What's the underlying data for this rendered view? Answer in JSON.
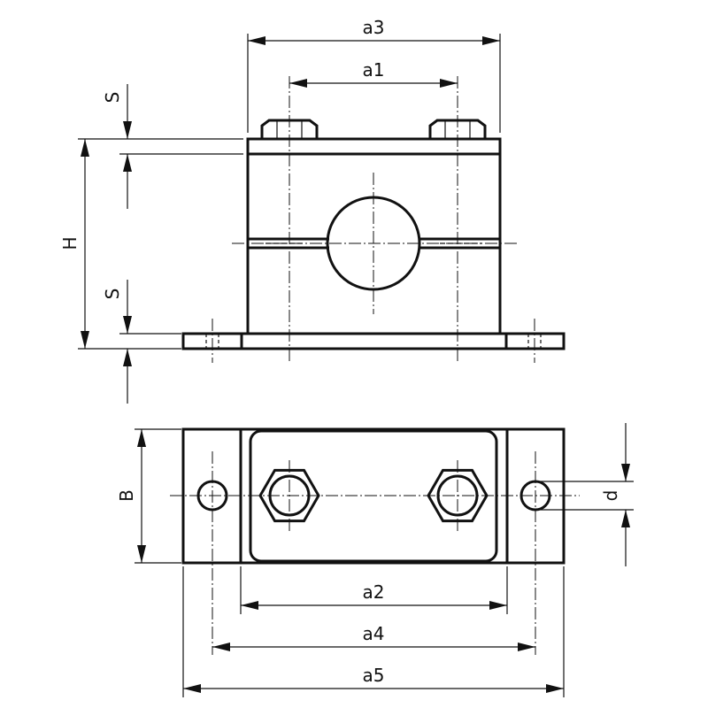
{
  "drawing": {
    "labels": {
      "a1": "a1",
      "a2": "a2",
      "a3": "a3",
      "a4": "a4",
      "a5": "a5",
      "H": "H",
      "B": "B",
      "d": "d",
      "s_top": "S",
      "s_bottom": "S"
    },
    "ink_color": "#111111",
    "background_color": "#ffffff"
  }
}
